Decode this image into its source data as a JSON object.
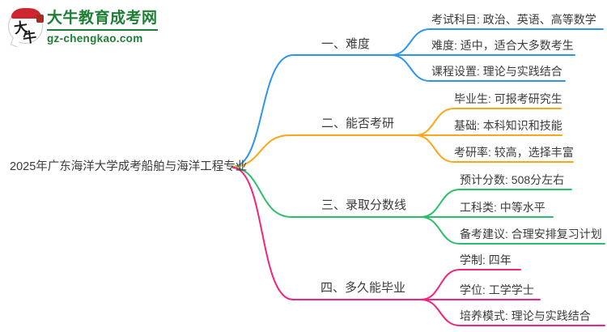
{
  "site": {
    "logo_badge_char1": "大",
    "logo_badge_char2": "牛",
    "title": "大牛教育成考网",
    "domain": "gz-chengkao.com",
    "brand_green": "#1e7e34",
    "logo_red": "#ce2630"
  },
  "root": {
    "title": "2025年广东海洋大学成考船舶与海洋工程专业"
  },
  "branches": [
    {
      "label": "一、难度",
      "color": "#2e95ec",
      "children": [
        "考试科目: 政治、英语、高等数学",
        "难度: 适中，适合大多数考生",
        "课程设置: 理论与实践结合"
      ]
    },
    {
      "label": "二、能否考研",
      "color": "#faa71b",
      "children": [
        "毕业生: 可报考研究生",
        "基础: 本科知识和技能",
        "考研率: 较高，选择丰富"
      ]
    },
    {
      "label": "三、录取分数线",
      "color": "#2dbe6c",
      "children": [
        "预计分数: 508分左右",
        "工科类: 中等水平",
        "备考建议: 合理安排复习计划"
      ]
    },
    {
      "label": "四、多久能毕业",
      "color": "#f2247c",
      "children": [
        "学制: 四年",
        "学位: 工学学士",
        "培养模式: 理论与实践结合"
      ]
    }
  ]
}
